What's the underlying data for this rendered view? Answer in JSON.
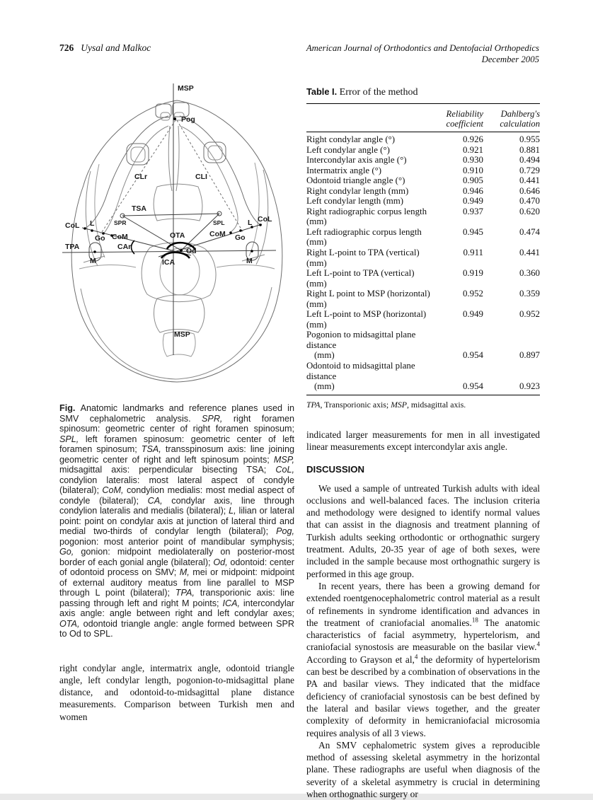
{
  "header": {
    "page_number": "726",
    "running_authors": "Uysal and Malkoc",
    "journal_title": "American Journal of Orthodontics and Dentofacial Orthopedics",
    "issue_date": "December 2005"
  },
  "figure": {
    "labels": {
      "msp_top": "MSP",
      "pog": "Pog",
      "clr": "CLr",
      "cli": "CLI",
      "tsa": "TSA",
      "spr": "SPR",
      "spl": "SPL",
      "col_left": "CoL",
      "l_left": "L",
      "go_left": "Go",
      "com_left": "CoM",
      "ota": "OTA",
      "com_right": "CoM",
      "go_right": "Go",
      "l_right": "L",
      "col_right": "CoL",
      "tpa": "TPA",
      "m_left": "M",
      "car": "CAr",
      "ica": "ICA",
      "od": "Od",
      "m_right": "M",
      "msp_bottom": "MSP"
    },
    "caption": [
      {
        "t": "Fig. ",
        "b": true,
        "sans": true
      },
      {
        "t": "Anatomic landmarks and reference planes used in SMV cephalometric analysis. "
      },
      {
        "t": "SPR,",
        "i": true
      },
      {
        "t": " right foramen spinosum: geometric center of right foramen spinosum; "
      },
      {
        "t": "SPL,",
        "i": true
      },
      {
        "t": " left foramen spinosum: geometric center of left foramen spinosum; "
      },
      {
        "t": "TSA,",
        "i": true
      },
      {
        "t": " transspinosum axis: line joining geometric center of right and left spinosum points; "
      },
      {
        "t": "MSP,",
        "i": true
      },
      {
        "t": " midsagittal axis: perpendicular bisecting TSA; "
      },
      {
        "t": "CoL,",
        "i": true
      },
      {
        "t": " condylion lateralis: most lateral aspect of condyle (bilateral); "
      },
      {
        "t": "CoM,",
        "i": true
      },
      {
        "t": " condylion medialis: most medial aspect of condyle (bilateral); "
      },
      {
        "t": "CA,",
        "i": true
      },
      {
        "t": " condylar axis, line through condylion lateralis and medialis (bilateral); "
      },
      {
        "t": "L,",
        "i": true
      },
      {
        "t": " lilian or lateral point: point on condylar axis at junction of lateral third and medial two-thirds of condylar length (bilateral); "
      },
      {
        "t": "Pog,",
        "i": true
      },
      {
        "t": " pogonion: most anterior point of mandibular symphysis; "
      },
      {
        "t": "Go,",
        "i": true
      },
      {
        "t": " gonion: midpoint mediolaterally on posterior-most border of each gonial angle (bilateral); "
      },
      {
        "t": "Od,",
        "i": true
      },
      {
        "t": " odontoid: center of odontoid process on SMV; "
      },
      {
        "t": "M,",
        "i": true
      },
      {
        "t": " mei or midpoint: midpoint of external auditory meatus from line parallel to MSP through L point (bilateral); "
      },
      {
        "t": "TPA,",
        "i": true
      },
      {
        "t": " transporionic axis: line passing through left and right M points; "
      },
      {
        "t": "ICA,",
        "i": true
      },
      {
        "t": " intercondylar axis angle: angle between right and left condylar axes; "
      },
      {
        "t": "OTA,",
        "i": true
      },
      {
        "t": " odontoid triangle angle: angle formed between SPR to Od to SPL."
      }
    ]
  },
  "table": {
    "title_label": "Table I.",
    "title_text": "Error of the method",
    "columns": [
      "Reliability coefficient",
      "Dahlberg's calculation"
    ],
    "rows": [
      {
        "label": "Right condylar angle (°)",
        "values": [
          "0.926",
          "0.955"
        ]
      },
      {
        "label": "Left condylar angle (°)",
        "values": [
          "0.921",
          "0.881"
        ]
      },
      {
        "label": "Intercondylar axis angle (°)",
        "values": [
          "0.930",
          "0.494"
        ]
      },
      {
        "label": "Intermatrix angle (°)",
        "values": [
          "0.910",
          "0.729"
        ]
      },
      {
        "label": "Odontoid triangle angle (°)",
        "values": [
          "0.905",
          "0.441"
        ]
      },
      {
        "label": "Right condylar length (mm)",
        "values": [
          "0.946",
          "0.646"
        ]
      },
      {
        "label": "Left condylar length (mm)",
        "values": [
          "0.949",
          "0.470"
        ]
      },
      {
        "label": "Right radiographic corpus length (mm)",
        "values": [
          "0.937",
          "0.620"
        ]
      },
      {
        "label": "Left radiographic corpus length (mm)",
        "values": [
          "0.945",
          "0.474"
        ]
      },
      {
        "label": "Right L-point to TPA (vertical) (mm)",
        "values": [
          "0.911",
          "0.441"
        ]
      },
      {
        "label": "Left L-point to TPA (vertical) (mm)",
        "values": [
          "0.919",
          "0.360"
        ]
      },
      {
        "label": "Right L point to MSP (horizontal) (mm)",
        "values": [
          "0.952",
          "0.359"
        ]
      },
      {
        "label": "Left L-point to MSP (horizontal) (mm)",
        "values": [
          "0.949",
          "0.952"
        ]
      },
      {
        "label": "Pogonion to midsagittal plane distance",
        "values": [
          "",
          ""
        ]
      },
      {
        "label": "(mm)",
        "indent": true,
        "values": [
          "0.954",
          "0.897"
        ]
      },
      {
        "label": "Odontoid to midsagittal plane distance",
        "values": [
          "",
          ""
        ]
      },
      {
        "label": "(mm)",
        "indent": true,
        "values": [
          "0.954",
          "0.923"
        ]
      }
    ],
    "footnote": [
      {
        "t": "TPA",
        "i": true
      },
      {
        "t": ", Transporionic axis; "
      },
      {
        "t": "MSP",
        "i": true
      },
      {
        "t": ", midsagittal axis."
      }
    ]
  },
  "left_column": {
    "paragraph": "right condylar angle, intermatrix angle, odontoid triangle angle, left condylar length, pogonion-to-midsagittal plane distance, and odontoid-to-midsagittal plane distance measurements. Comparison between Turkish men and women"
  },
  "right_column": {
    "continuation": "indicated larger measurements for men in all investigated linear measurements except intercondylar axis angle.",
    "discussion_heading": "DISCUSSION",
    "paragraphs": {
      "p1": [
        {
          "t": "We used a sample of untreated Turkish adults with ideal occlusions and well-balanced faces. The inclusion criteria and methodology were designed to identify normal values that can assist in the diagnosis and treatment planning of Turkish adults seeking orthodontic or orthognathic surgery treatment. Adults, 20-35 year of age of both sexes, were included in the sample because most orthognathic surgery is performed in this age group."
        }
      ],
      "p2": [
        {
          "t": "In recent years, there has been a growing demand for extended roentgenocephalometric control material as a result of refinements in syndrome identification and advances in the treatment of craniofacial anomalies."
        },
        {
          "t": "18",
          "sup": true
        },
        {
          "t": " The anatomic characteristics of facial asymmetry, hypertelorism, and craniofacial synostosis are measurable on the basilar view."
        },
        {
          "t": "4",
          "sup": true
        },
        {
          "t": " According to Grayson et al,"
        },
        {
          "t": "4",
          "sup": true
        },
        {
          "t": " the deformity of hypertelorism can best be described by a combination of observations in the PA and basilar views. They indicated that the midface deficiency of craniofacial synostosis can be best defined by the lateral and basilar views together, and the greater complexity of deformity in hemicraniofacial microsomia requires analysis of all 3 views."
        }
      ],
      "p3": [
        {
          "t": "An SMV cephalometric system gives a reproducible method of assessing skeletal asymmetry in the horizontal plane. These radiographs are useful when diagnosis of the severity of a skeletal asymmetry is crucial in determining when orthognathic surgery or"
        }
      ]
    }
  }
}
